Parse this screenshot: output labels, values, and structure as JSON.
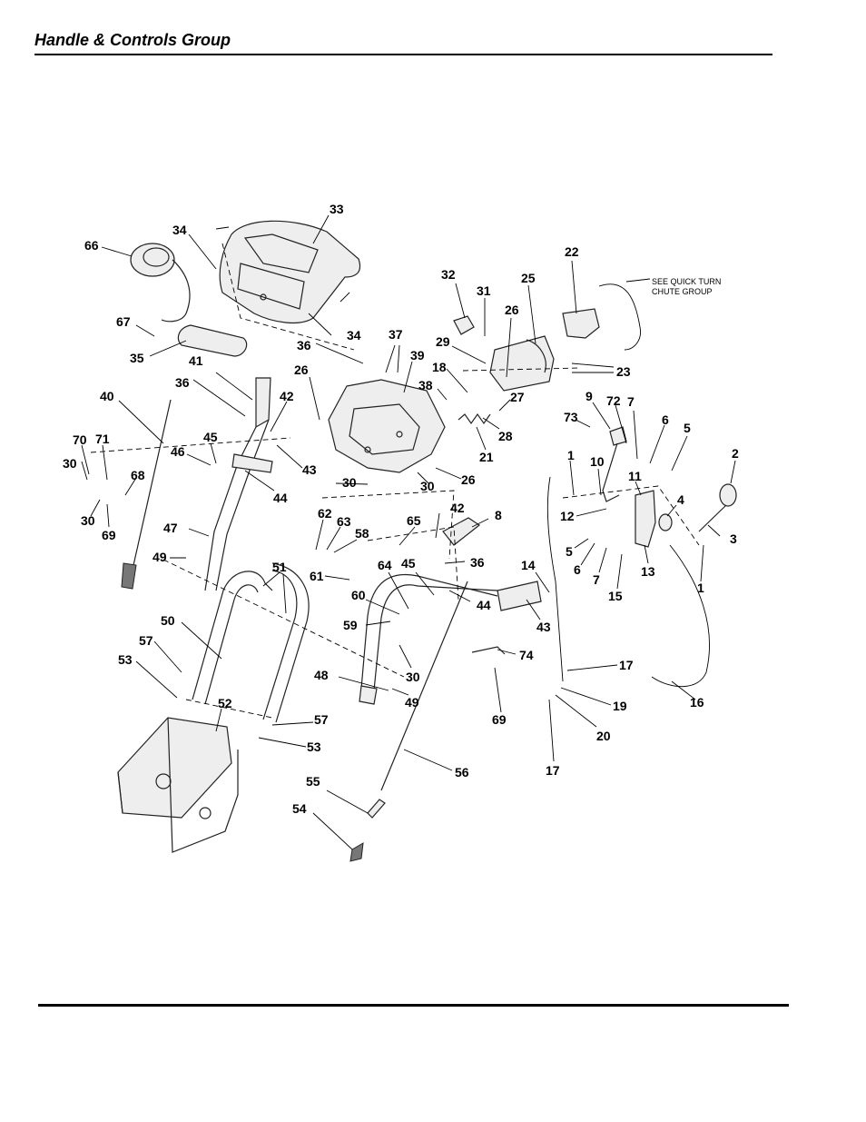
{
  "header": {
    "title": "Handle & Controls Group"
  },
  "diagram": {
    "note": [
      "SEE QUICK TURN",
      "CHUTE GROUP"
    ],
    "callouts": [
      {
        "id": "c33",
        "text": "33"
      },
      {
        "id": "c34a",
        "text": "34"
      },
      {
        "id": "c66",
        "text": "66"
      },
      {
        "id": "c67",
        "text": "67"
      },
      {
        "id": "c35",
        "text": "35"
      },
      {
        "id": "c34b",
        "text": "34"
      },
      {
        "id": "c36a",
        "text": "36"
      },
      {
        "id": "c37",
        "text": "37"
      },
      {
        "id": "c39",
        "text": "39"
      },
      {
        "id": "c32",
        "text": "32"
      },
      {
        "id": "c31",
        "text": "31"
      },
      {
        "id": "c25",
        "text": "25"
      },
      {
        "id": "c26a",
        "text": "26"
      },
      {
        "id": "c22",
        "text": "22"
      },
      {
        "id": "c29",
        "text": "29"
      },
      {
        "id": "c18",
        "text": "18"
      },
      {
        "id": "c23",
        "text": "23"
      },
      {
        "id": "c38",
        "text": "38"
      },
      {
        "id": "c27",
        "text": "27"
      },
      {
        "id": "c28",
        "text": "28"
      },
      {
        "id": "c21",
        "text": "21"
      },
      {
        "id": "c26b",
        "text": "26"
      },
      {
        "id": "c26c",
        "text": "26"
      },
      {
        "id": "c41",
        "text": "41"
      },
      {
        "id": "c36b",
        "text": "36"
      },
      {
        "id": "c42a",
        "text": "42"
      },
      {
        "id": "c40",
        "text": "40"
      },
      {
        "id": "c45a",
        "text": "45"
      },
      {
        "id": "c46",
        "text": "46"
      },
      {
        "id": "c43a",
        "text": "43"
      },
      {
        "id": "c44a",
        "text": "44"
      },
      {
        "id": "c30a",
        "text": "30"
      },
      {
        "id": "c30b",
        "text": "30"
      },
      {
        "id": "c70",
        "text": "70"
      },
      {
        "id": "c71",
        "text": "71"
      },
      {
        "id": "c30c",
        "text": "30"
      },
      {
        "id": "c68",
        "text": "68"
      },
      {
        "id": "c30d",
        "text": "30"
      },
      {
        "id": "c69a",
        "text": "69"
      },
      {
        "id": "c9",
        "text": "9"
      },
      {
        "id": "c72",
        "text": "72"
      },
      {
        "id": "c7a",
        "text": "7"
      },
      {
        "id": "c73",
        "text": "73"
      },
      {
        "id": "c6a",
        "text": "6"
      },
      {
        "id": "c5a",
        "text": "5"
      },
      {
        "id": "c2",
        "text": "2"
      },
      {
        "id": "c1a",
        "text": "1"
      },
      {
        "id": "c10",
        "text": "10"
      },
      {
        "id": "c11",
        "text": "11"
      },
      {
        "id": "c4",
        "text": "4"
      },
      {
        "id": "c12",
        "text": "12"
      },
      {
        "id": "c3",
        "text": "3"
      },
      {
        "id": "c5b",
        "text": "5"
      },
      {
        "id": "c6b",
        "text": "6"
      },
      {
        "id": "c7b",
        "text": "7"
      },
      {
        "id": "c13",
        "text": "13"
      },
      {
        "id": "c15",
        "text": "15"
      },
      {
        "id": "c1b",
        "text": "1"
      },
      {
        "id": "c62",
        "text": "62"
      },
      {
        "id": "c63",
        "text": "63"
      },
      {
        "id": "c58",
        "text": "58"
      },
      {
        "id": "c65",
        "text": "65"
      },
      {
        "id": "c42b",
        "text": "42"
      },
      {
        "id": "c8",
        "text": "8"
      },
      {
        "id": "c47",
        "text": "47"
      },
      {
        "id": "c49a",
        "text": "49"
      },
      {
        "id": "c51",
        "text": "51"
      },
      {
        "id": "c61",
        "text": "61"
      },
      {
        "id": "c64",
        "text": "64"
      },
      {
        "id": "c45b",
        "text": "45"
      },
      {
        "id": "c36c",
        "text": "36"
      },
      {
        "id": "c14",
        "text": "14"
      },
      {
        "id": "c60",
        "text": "60"
      },
      {
        "id": "c44b",
        "text": "44"
      },
      {
        "id": "c43b",
        "text": "43"
      },
      {
        "id": "c50",
        "text": "50"
      },
      {
        "id": "c59",
        "text": "59"
      },
      {
        "id": "c57a",
        "text": "57"
      },
      {
        "id": "c74",
        "text": "74"
      },
      {
        "id": "c53a",
        "text": "53"
      },
      {
        "id": "c30e",
        "text": "30"
      },
      {
        "id": "c17a",
        "text": "17"
      },
      {
        "id": "c48",
        "text": "48"
      },
      {
        "id": "c49b",
        "text": "49"
      },
      {
        "id": "c19",
        "text": "19"
      },
      {
        "id": "c16",
        "text": "16"
      },
      {
        "id": "c52",
        "text": "52"
      },
      {
        "id": "c69b",
        "text": "69"
      },
      {
        "id": "c20",
        "text": "20"
      },
      {
        "id": "c57b",
        "text": "57"
      },
      {
        "id": "c53b",
        "text": "53"
      },
      {
        "id": "c56",
        "text": "56"
      },
      {
        "id": "c17b",
        "text": "17"
      },
      {
        "id": "c55",
        "text": "55"
      },
      {
        "id": "c54",
        "text": "54"
      }
    ]
  }
}
